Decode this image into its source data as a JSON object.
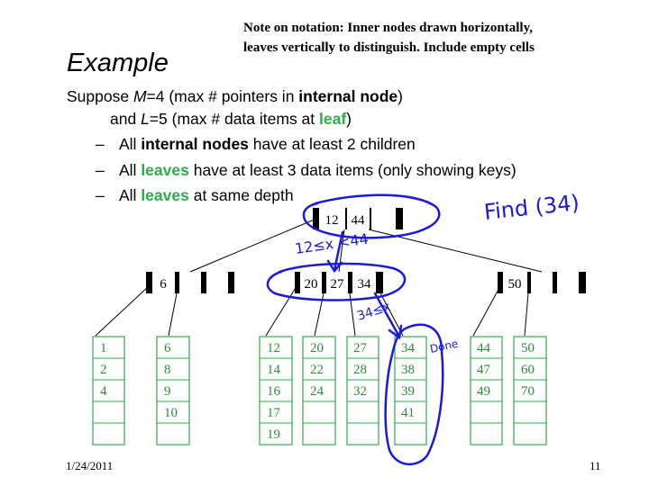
{
  "note": {
    "line1": "Note on notation: Inner nodes drawn horizontally,",
    "line2": "leaves vertically to distinguish.  Include empty cells"
  },
  "title": "Example",
  "intro": {
    "part1": "Suppose ",
    "m_var": "M",
    "part2": "=4 (max # pointers in ",
    "internal": "internal node",
    "part3": ")",
    "part4": "and ",
    "l_var": "L",
    "part5": "=5 (max # data items at ",
    "leaf": "leaf",
    "part6": ")"
  },
  "bullets": [
    {
      "dash": "–",
      "pre": "All ",
      "em": "internal nodes",
      "post": " have at least 2 children"
    },
    {
      "dash": "–",
      "pre": "All ",
      "em": "leaves",
      "post": " have at least 3 data items (only showing keys)"
    },
    {
      "dash": "–",
      "pre": "All ",
      "em": "leaves",
      "post": " at same depth"
    }
  ],
  "tree": {
    "root": [
      "12",
      "44",
      ""
    ],
    "inner": [
      [
        "6",
        "",
        ""
      ],
      [
        "20",
        "27",
        "34"
      ],
      [
        "50",
        "",
        ""
      ]
    ],
    "leaves": [
      [
        "1",
        "2",
        "4",
        "",
        ""
      ],
      [
        "6",
        "8",
        "9",
        "10",
        ""
      ],
      [
        "12",
        "14",
        "16",
        "17",
        "19"
      ],
      [
        "20",
        "22",
        "24",
        "",
        ""
      ],
      [
        "27",
        "28",
        "32",
        "",
        ""
      ],
      [
        "34",
        "38",
        "39",
        "41",
        ""
      ],
      [
        "44",
        "47",
        "49",
        "",
        ""
      ],
      [
        "50",
        "60",
        "70",
        "",
        ""
      ]
    ]
  },
  "annotations": {
    "find": "Find (34)",
    "cond1": "12≤x <44",
    "cond2": "34≤x",
    "done": "Done"
  },
  "footer": {
    "date": "1/24/2011",
    "page": "11"
  },
  "colors": {
    "leaf_border": "#2eac4a",
    "leaf_text": "#2e8b3a",
    "ink": "#1a1adc"
  }
}
